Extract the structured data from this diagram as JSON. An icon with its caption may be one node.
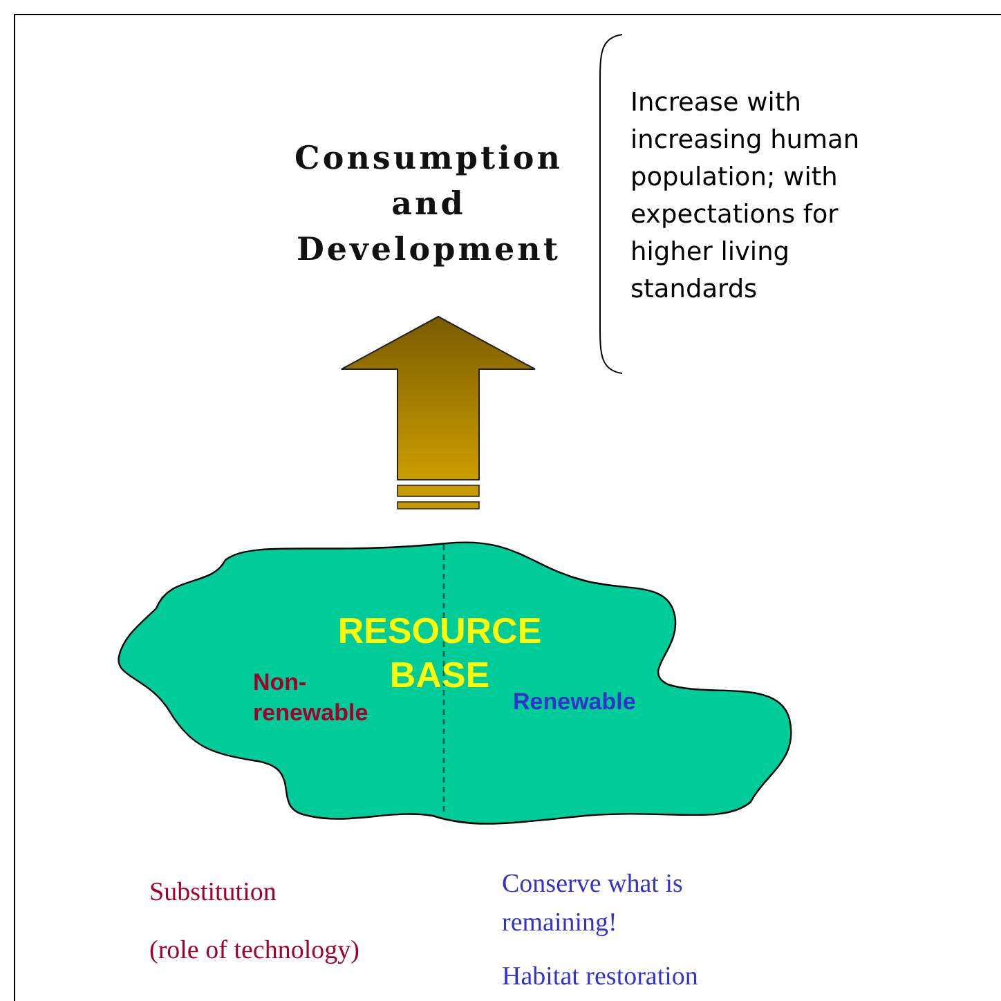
{
  "diagram": {
    "nodes": [
      {
        "text": [
          "Consumption and Development"
        ]
      },
      {
        "text": [
          "RESOURCE BASE",
          "Non-renewable",
          "Renewable"
        ]
      }
    ],
    "edges": [
      {
        "from": 1,
        "to": 0,
        "arrow": "to",
        "style": "thick"
      }
    ],
    "labels": [
      "Increase with increasing human population; with expectations for higher living standards",
      "Substitution",
      "(role of technology)",
      "Conserve what is remaining!",
      "Habitat restoration"
    ]
  }
}
